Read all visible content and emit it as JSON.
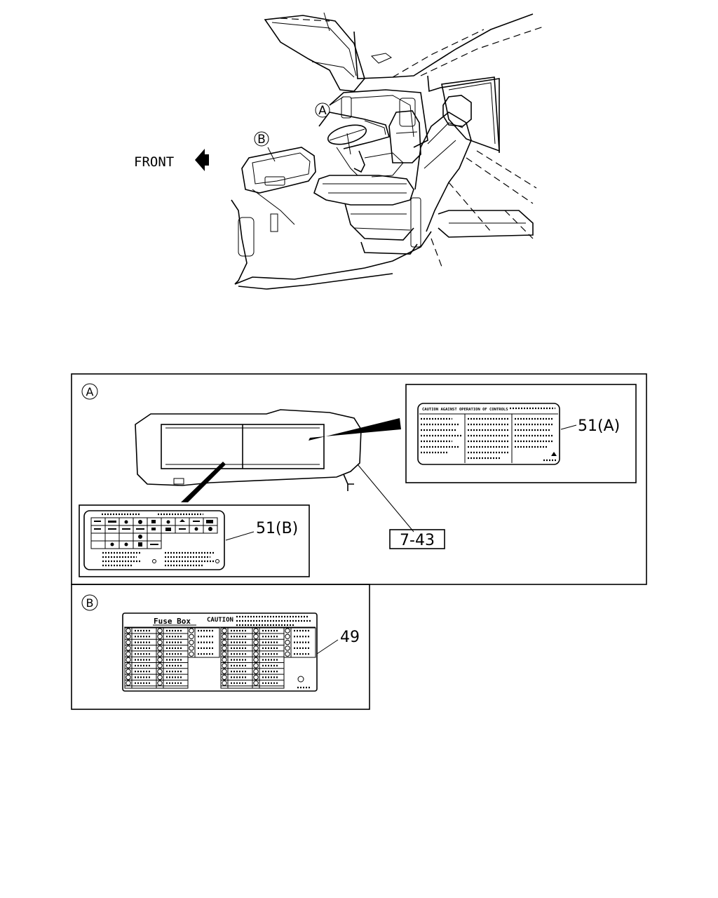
{
  "illustration": {
    "front_label": "FRONT",
    "callout_a": "A",
    "callout_b": "B"
  },
  "detail_a": {
    "marker": "A",
    "part_51a": "51(A)",
    "part_51b": "51(B)",
    "ref": "7-43",
    "label_51a_heading": "CAUTION AGAINST OPERATION OF CONTROLS"
  },
  "detail_b": {
    "marker": "B",
    "part_49": "49",
    "label_title": "Fuse Box",
    "label_caution": "CAUTION"
  }
}
